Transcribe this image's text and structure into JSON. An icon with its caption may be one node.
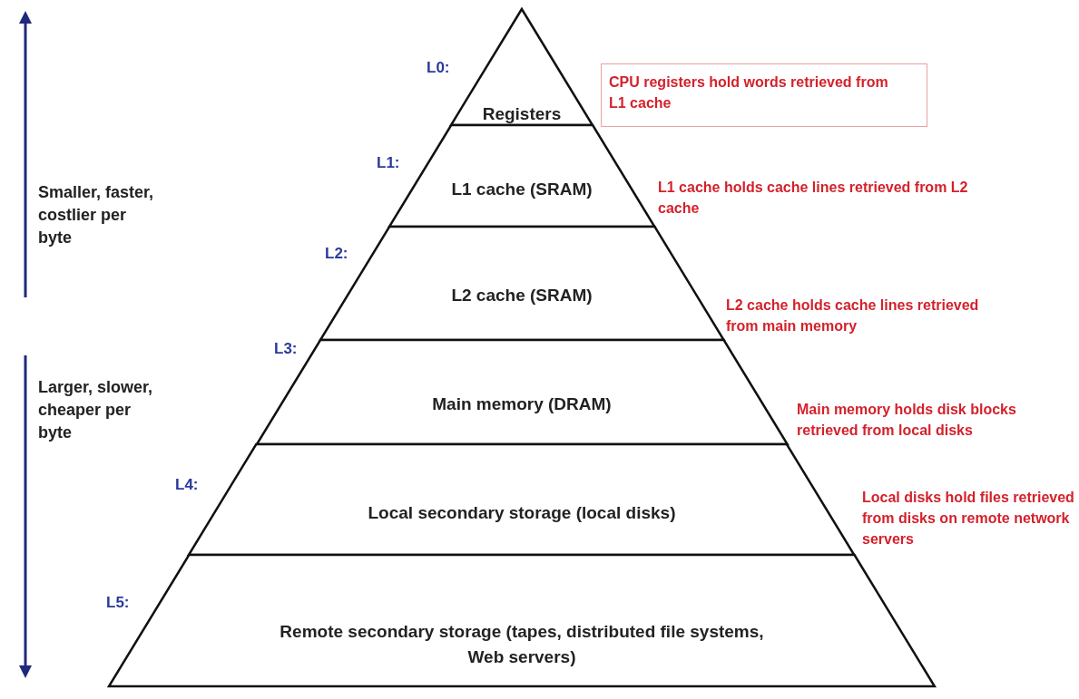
{
  "diagram": {
    "nodes": [
      {
        "text": [
          "Registers"
        ],
        "beside": [
          "L0:"
        ]
      },
      {
        "text": [
          "L1 cache (SRAM)"
        ],
        "beside": [
          "L1:"
        ]
      },
      {
        "text": [
          "L2 cache (SRAM)"
        ],
        "beside": [
          "L2:"
        ]
      },
      {
        "text": [
          "Main memory (DRAM)"
        ],
        "beside": [
          "L3:"
        ]
      },
      {
        "text": [
          "Local secondary storage (local disks)"
        ],
        "beside": [
          "L4:"
        ]
      },
      {
        "text": [
          "Remote secondary storage (tapes, distributed file systems, Web servers)"
        ],
        "beside": [
          "L5:"
        ]
      },
      {
        "text": [
          "CPU registers hold words retrieved from L1 cache"
        ]
      }
    ],
    "edges": [],
    "labels": [
      "Smaller, faster, costlier per byte",
      "L1 cache holds cache lines retrieved from L2 cache",
      "L2 cache holds cache lines retrieved from main memory",
      "Larger, slower, cheaper per byte",
      "Main memory holds disk blocks retrieved from local disks",
      "Local disks hold files retrieved from disks on remote network servers"
    ]
  }
}
